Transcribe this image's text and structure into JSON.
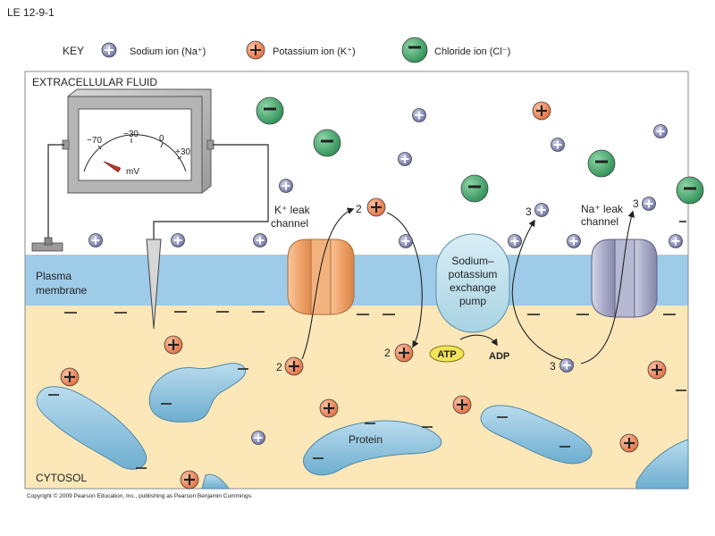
{
  "figure_label": "LE 12-9-1",
  "key": {
    "title": "KEY",
    "sodium": "Sodium ion (Na⁺)",
    "potassium": "Potassium ion (K⁺)",
    "chloride": "Chloride ion (Cl⁻)"
  },
  "regions": {
    "extracellular": "EXTRACELLULAR FLUID",
    "membrane_line1": "Plasma",
    "membrane_line2": "membrane",
    "cytosol": "CYTOSOL"
  },
  "meter": {
    "ticks": [
      "−70",
      "−30",
      "0",
      "+30"
    ],
    "unit": "mV",
    "reading_mv": -70
  },
  "channels": {
    "k_leak_line1": "K⁺ leak",
    "k_leak_line2": "channel",
    "na_leak_line1": "Na⁺ leak",
    "na_leak_line2": "channel"
  },
  "pump": {
    "line1": "Sodium–",
    "line2": "potassium",
    "line3": "exchange",
    "line4": "pump",
    "atp": "ATP",
    "adp": "ADP"
  },
  "counts": {
    "k_out": "2",
    "k_in": "2",
    "k_pump_in": "2",
    "na_pump_out": "3",
    "na_pump_in": "3",
    "na_leak": "3"
  },
  "protein_label": "Protein",
  "copyright": "Copyright © 2009 Pearson Education, Inc., publishing as Pearson Benjamin Cummings.",
  "colors": {
    "sodium": "#7c7fb0",
    "potassium": "#f0845a",
    "chloride": "#3fa86b",
    "membrane": "#9dcbe8",
    "cytosol": "#fbe7b8",
    "protein": "#8ec3de"
  }
}
